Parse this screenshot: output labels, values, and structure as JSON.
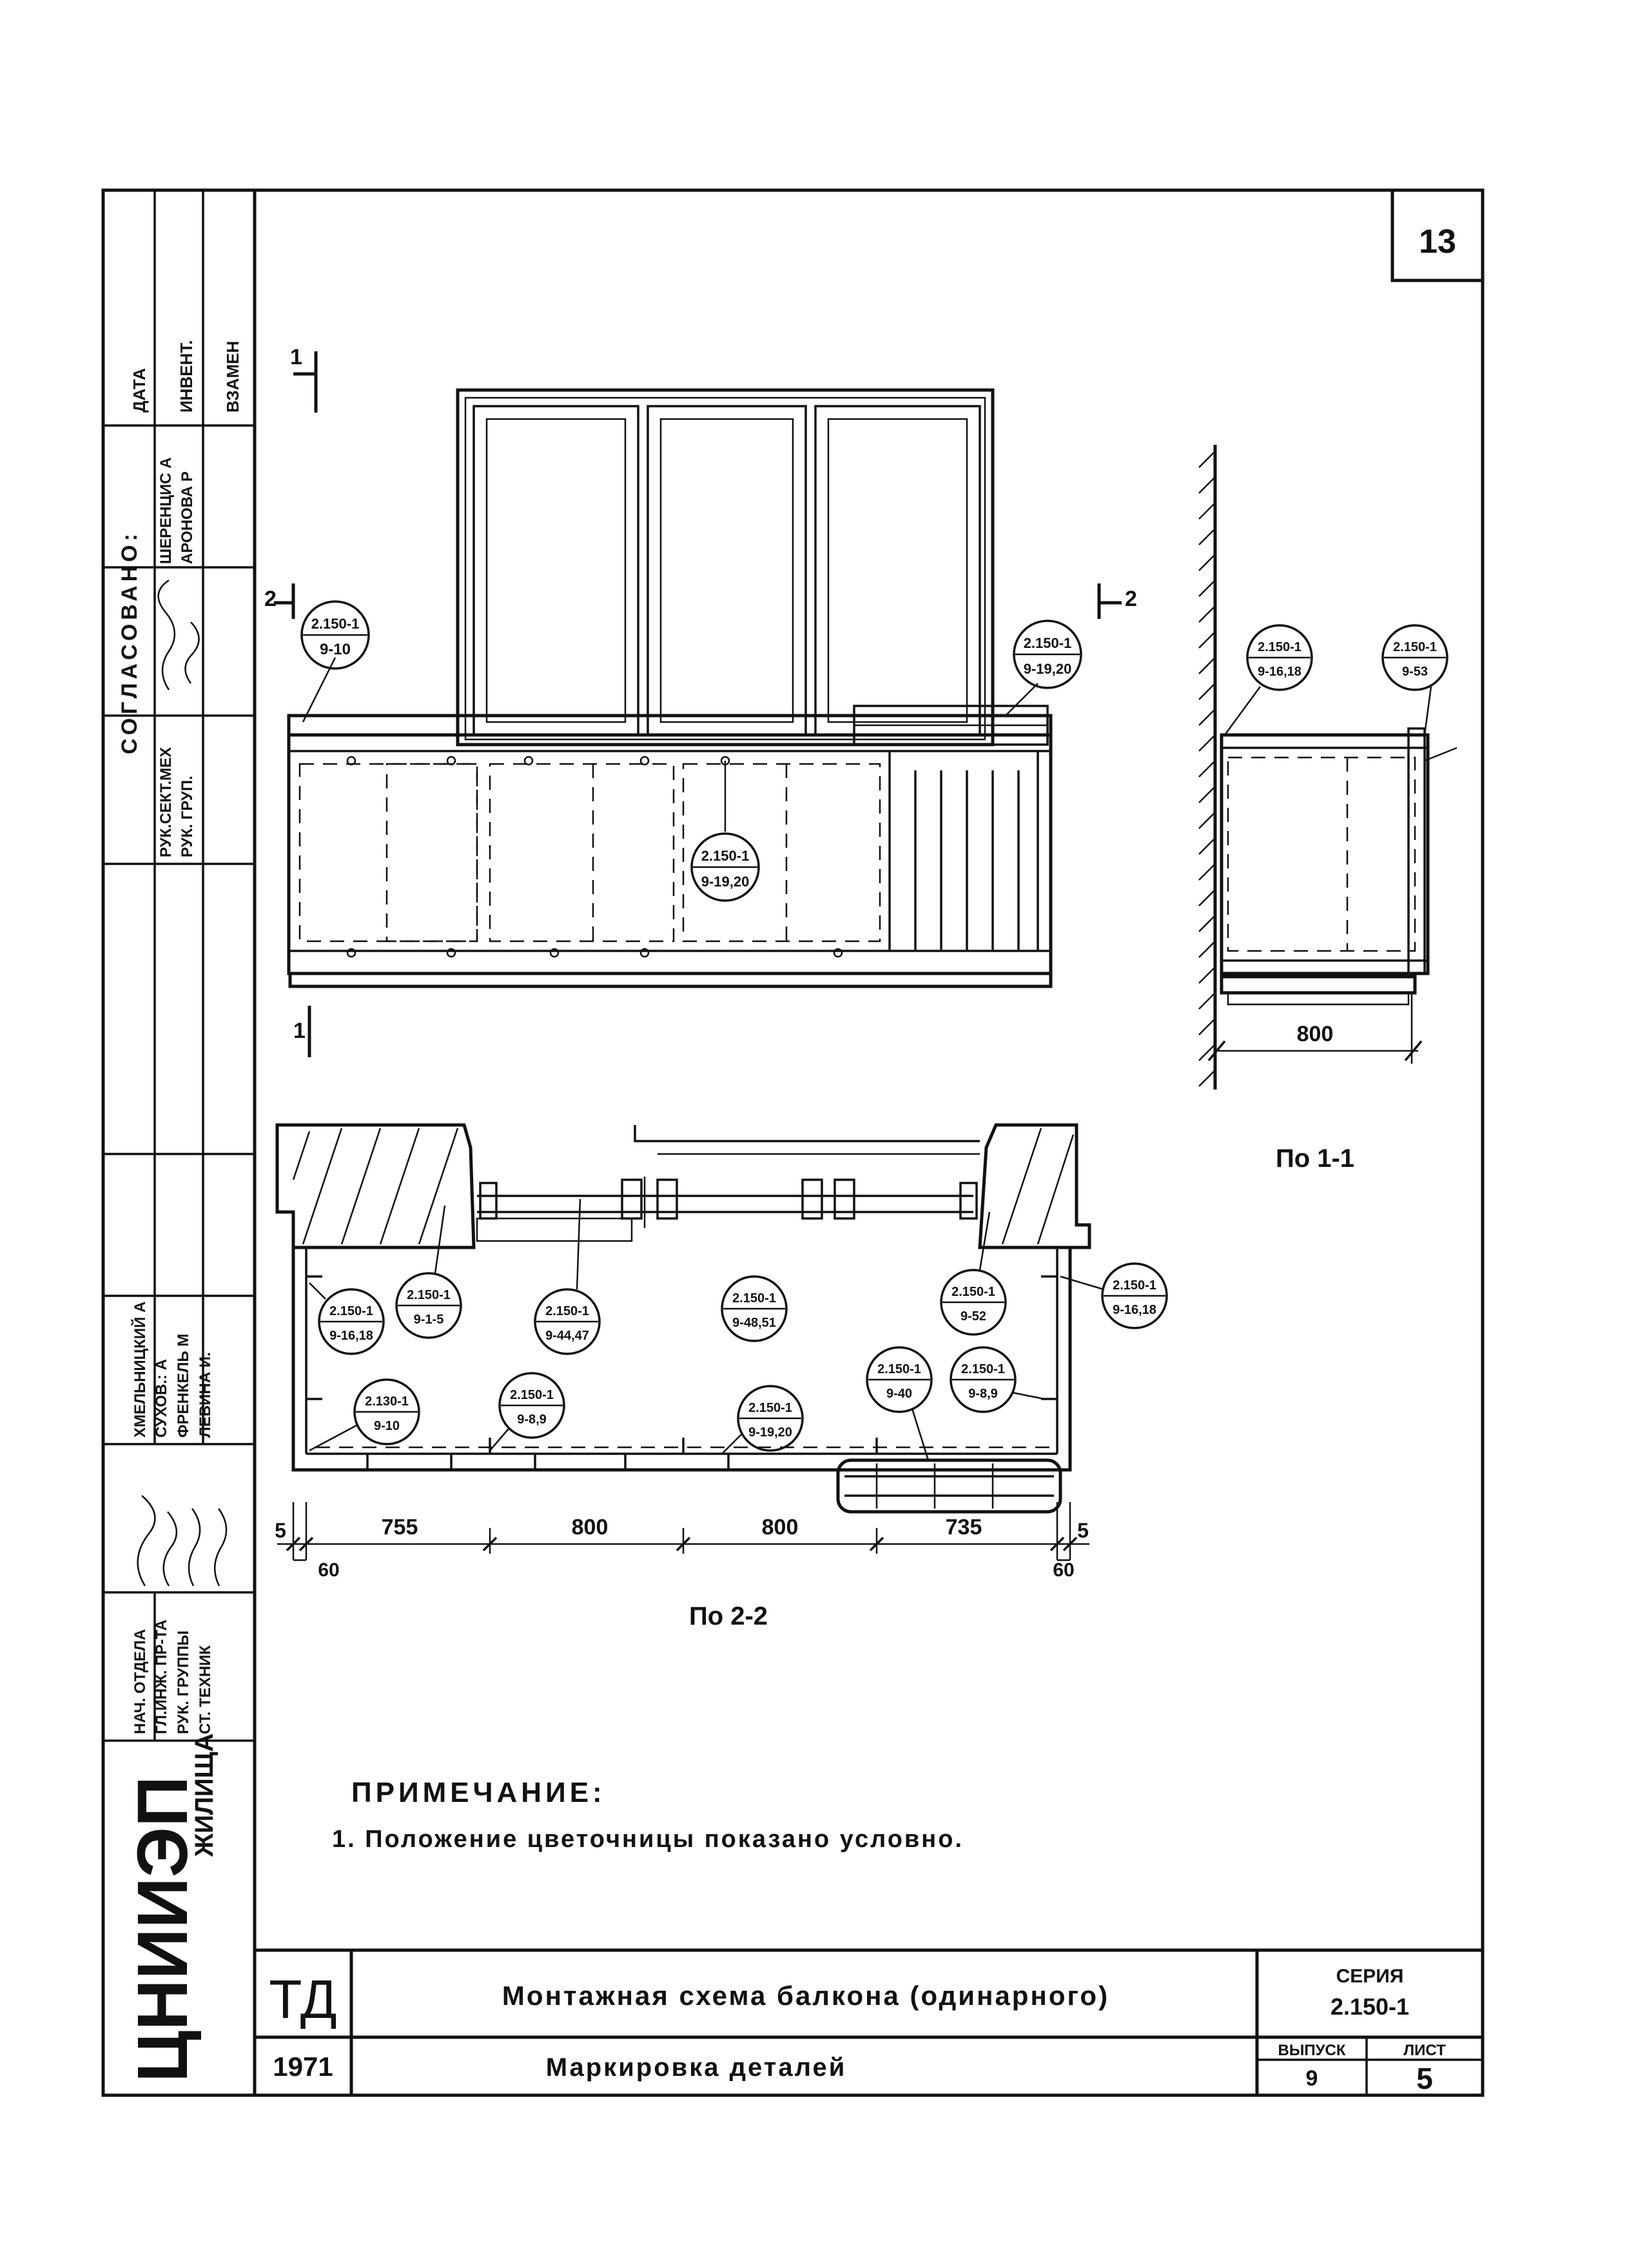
{
  "sheet": {
    "sheet_corner_number": "13",
    "approvals": {
      "header": "СОГЛАСОВАНО:",
      "col_date": "ДАТА",
      "col_invent": "ИНВЕНТ.",
      "col_vzamen": "ВЗАМЕН",
      "row1_role": "РУК.СЕКТ.МЕХ",
      "row1_name": "ШЕРЕНЦИС А",
      "row2_role": "РУК. ГРУП.",
      "row2_name": "АРОНОВА Р"
    },
    "staff": {
      "roles": [
        "НАЧ. ОТДЕЛА",
        "ГЛ.ИНЖ. ПР-ТА",
        "РУК. ГРУППЫ",
        "СТ. ТЕХНИК"
      ],
      "names": [
        "ХМЕЛЬНИЦКИЙ А",
        "СУХОВ.: А",
        "ФРЕНКЕЛЬ М",
        "ЛЕВИНА И."
      ]
    },
    "institute": {
      "logo_text": "ЦНИИЭП",
      "logo_subtext": "ЖИЛИЩА"
    }
  },
  "drawing": {
    "front_view": {
      "section_mark_1": "1",
      "section_mark_2": "2",
      "callouts": [
        {
          "top": "2.150-1",
          "bottom": "9-10"
        },
        {
          "top": "2.150-1",
          "bottom": "9-19,20"
        },
        {
          "top": "2.150-1",
          "bottom": "9-19,20"
        }
      ]
    },
    "side_view": {
      "callouts": [
        {
          "top": "2.150-1",
          "bottom": "9-16,18"
        },
        {
          "top": "2.150-1",
          "bottom": "9-53"
        }
      ],
      "dimension": "800",
      "caption": "По 1-1"
    },
    "plan_view": {
      "callouts_row1": [
        {
          "top": "2.150-1",
          "bottom": "9-16,18"
        },
        {
          "top": "2.150-1",
          "bottom": "9-1-5"
        },
        {
          "top": "2.150-1",
          "bottom": "9-44,47"
        },
        {
          "top": "2.150-1",
          "bottom": "9-48,51"
        },
        {
          "top": "2.150-1",
          "bottom": "9-52"
        },
        {
          "top": "2.150-1",
          "bottom": "9-16,18"
        }
      ],
      "callouts_row2": [
        {
          "top": "2.130-1",
          "bottom": "9-10"
        },
        {
          "top": "2.150-1",
          "bottom": "9-8,9"
        },
        {
          "top": "2.150-1",
          "bottom": "9-19,20"
        },
        {
          "top": "2.150-1",
          "bottom": "9-40"
        },
        {
          "top": "2.150-1",
          "bottom": "9-8,9"
        }
      ],
      "dims_top": [
        "5",
        "755",
        "800",
        "800",
        "735",
        "5"
      ],
      "dims_bottom": [
        "60",
        "60"
      ],
      "caption": "По 2-2"
    }
  },
  "notes": {
    "heading": "ПРИМЕЧАНИЕ:",
    "items": [
      "1. Положение цветочницы показано условно."
    ]
  },
  "title_block": {
    "code": "ТД",
    "year": "1971",
    "title_line1": "Монтажная схема балкона (одинарного)",
    "title_line2": "Маркировка деталей",
    "series_label": "СЕРИЯ",
    "series_value": "2.150-1",
    "issue_label": "ВЫПУСК",
    "issue_value": "9",
    "sheet_label": "ЛИСТ",
    "sheet_value": "5"
  }
}
